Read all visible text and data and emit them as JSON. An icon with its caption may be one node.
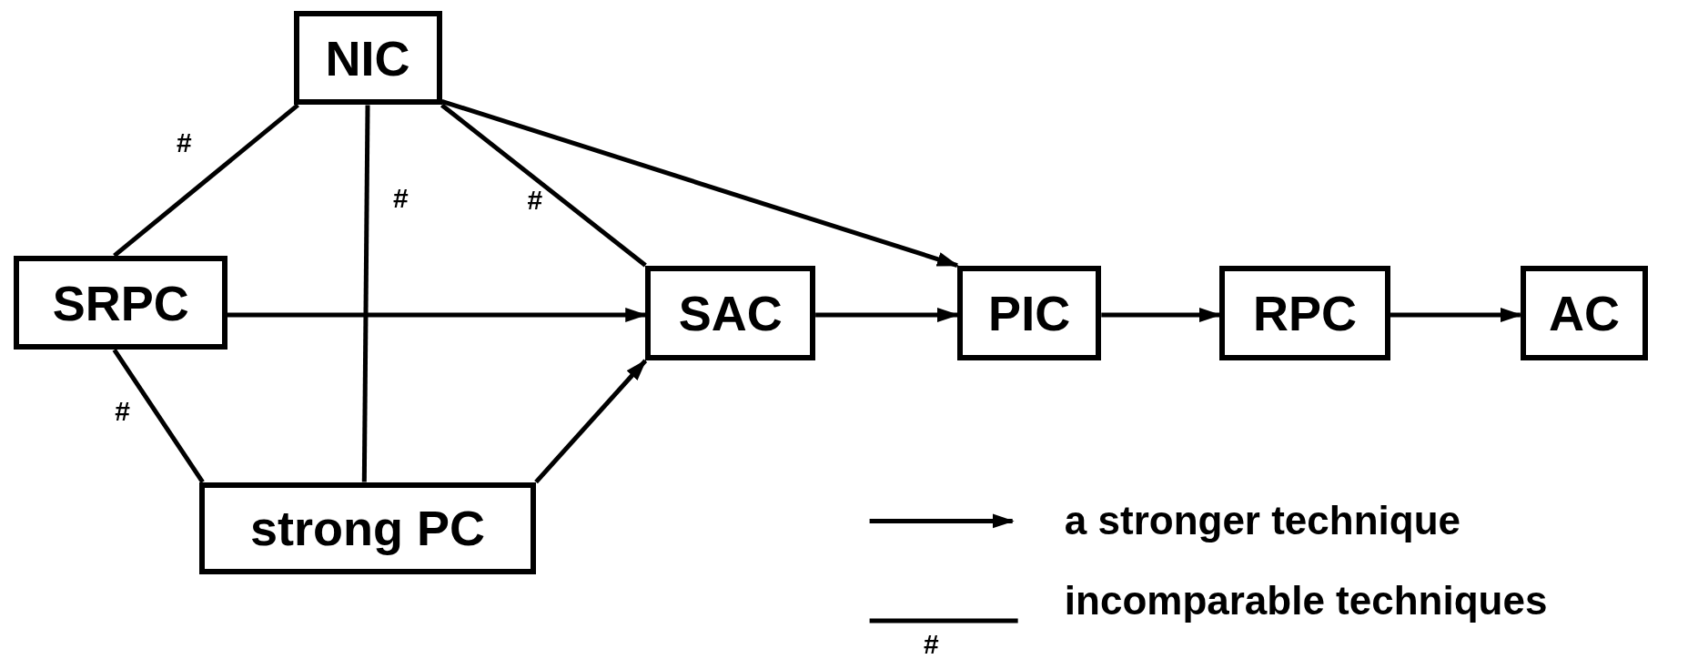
{
  "diagram": {
    "nodes": [
      {
        "text": [
          "NIC"
        ]
      },
      {
        "text": [
          "SRPC"
        ]
      },
      {
        "text": [
          "SAC"
        ]
      },
      {
        "text": [
          "PIC"
        ]
      },
      {
        "text": [
          "RPC"
        ]
      },
      {
        "text": [
          "AC"
        ]
      },
      {
        "text": [
          "strong PC"
        ]
      }
    ],
    "edges": [
      {
        "from": 0,
        "to": 1,
        "arrow": "none",
        "label": "#"
      },
      {
        "from": 0,
        "to": 6,
        "arrow": "none",
        "label": "#"
      },
      {
        "from": 0,
        "to": 2,
        "arrow": "none",
        "label": "#"
      },
      {
        "from": 0,
        "to": 3,
        "arrow": "to"
      },
      {
        "from": 1,
        "to": 2,
        "arrow": "to"
      },
      {
        "from": 1,
        "to": 6,
        "arrow": "none",
        "label": "#"
      },
      {
        "from": 6,
        "to": 2,
        "arrow": "to"
      },
      {
        "from": 2,
        "to": 3,
        "arrow": "to"
      },
      {
        "from": 3,
        "to": 4,
        "arrow": "to"
      },
      {
        "from": 4,
        "to": 5,
        "arrow": "to"
      }
    ],
    "labels": [
      "#"
    ],
    "legend": [
      {
        "text": "a stronger technique"
      },
      {
        "text": "incomparable techniques"
      }
    ]
  }
}
